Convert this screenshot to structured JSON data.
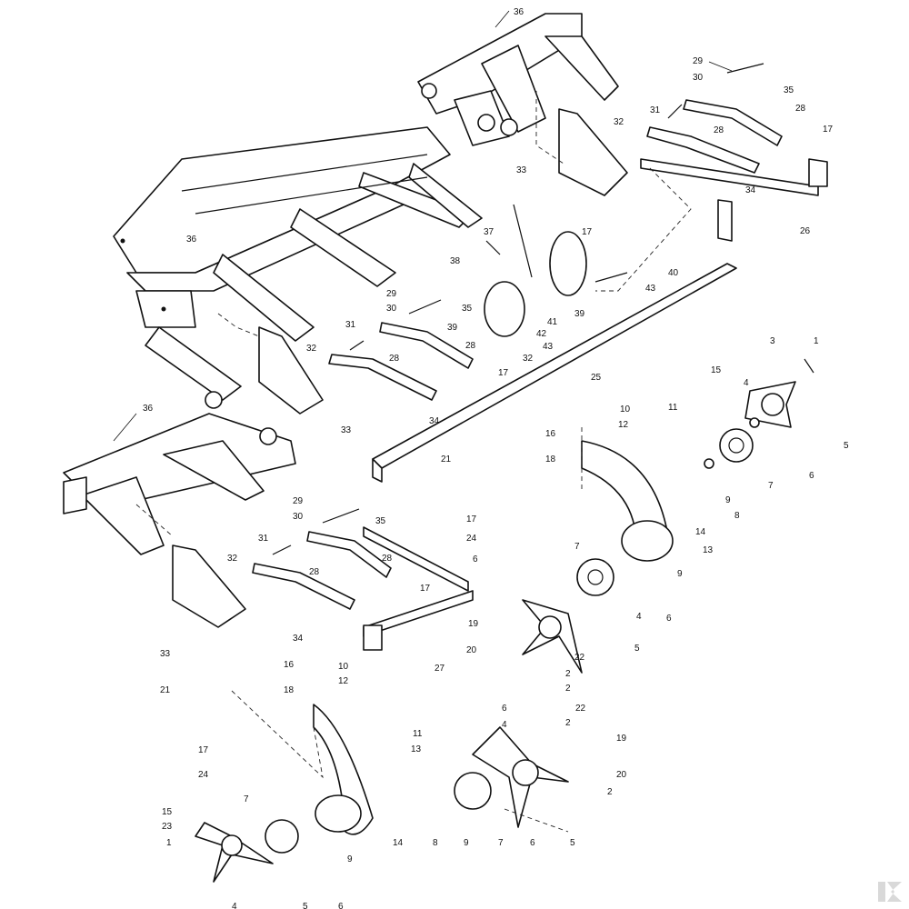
{
  "diagram": {
    "type": "exploded-parts-diagram",
    "line_color": "#111111",
    "background": "#ffffff",
    "callouts": [
      "1",
      "2",
      "3",
      "4",
      "5",
      "6",
      "7",
      "8",
      "9",
      "10",
      "11",
      "12",
      "13",
      "14",
      "15",
      "16",
      "17",
      "18",
      "19",
      "20",
      "21",
      "22",
      "23",
      "24",
      "25",
      "26",
      "27",
      "28",
      "29",
      "30",
      "31",
      "32",
      "33",
      "34",
      "35",
      "36",
      "37",
      "38",
      "39",
      "40",
      "41",
      "42",
      "43"
    ]
  },
  "logo": {
    "icon": "brand-logo-icon",
    "color": "#d9d9d9"
  }
}
